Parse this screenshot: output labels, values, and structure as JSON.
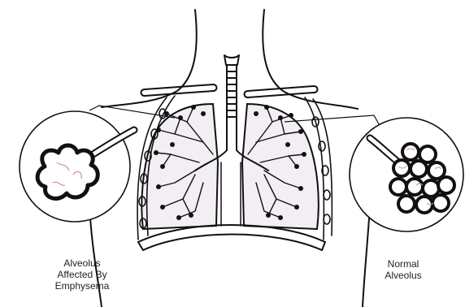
{
  "labels": {
    "emphysema": [
      "Alveolus",
      "Affected By",
      "Emphysema"
    ],
    "normal": [
      "Normal",
      "Alveolus"
    ]
  },
  "colors": {
    "ink": "#111111",
    "lung_fill": "#f2eef3",
    "alveoli_tint": "#d98c8c"
  }
}
